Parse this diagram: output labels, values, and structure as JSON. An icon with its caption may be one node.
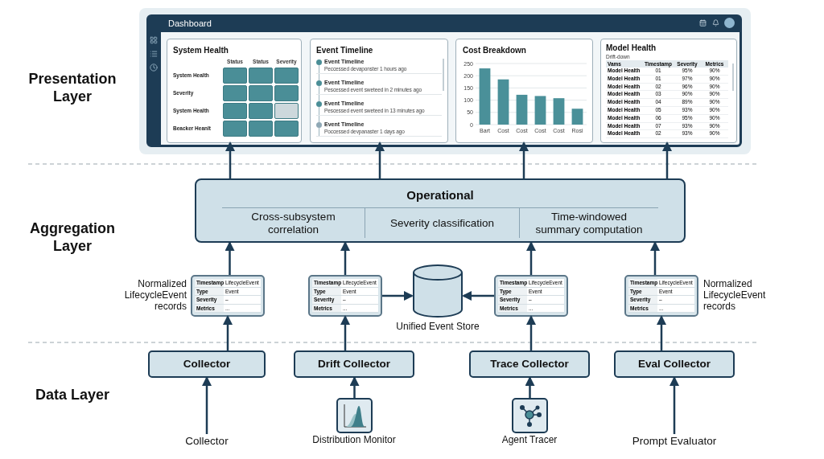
{
  "diagram": {
    "nodes": [
      {
        "text": [
          "Dashboard"
        ]
      },
      {
        "text": [
          "System Health"
        ],
        "in": 0
      },
      {
        "text": [
          "Event Timeline"
        ],
        "in": 0
      },
      {
        "text": [
          "Cost Breakdown"
        ],
        "in": 0
      },
      {
        "text": [
          "Model Health"
        ],
        "in": 0
      },
      {
        "text": [
          "Operational",
          "Cross-subsystem correlation",
          "Severity classification",
          "Time-windowed summary computation"
        ]
      },
      {
        "text": [
          "Timestamp",
          "LifecycleEvent",
          "Type",
          "Event",
          "Severity",
          "–",
          "Metrics",
          "..."
        ],
        "beside": [
          "Normalized LifecycleEvent records"
        ]
      },
      {
        "text": [
          "Timestamp",
          "LifecycleEvent",
          "Type",
          "Event",
          "Severity",
          "–",
          "Metrics",
          "..."
        ]
      },
      {
        "text": [],
        "shape": "cylinder",
        "beside": [
          "Unified Event Store"
        ]
      },
      {
        "text": [
          "Timestamp",
          "LifecycleEvent",
          "Type",
          "Event",
          "Severity",
          "–",
          "Metrics",
          "..."
        ]
      },
      {
        "text": [
          "Timestamp",
          "LifecycleEvent",
          "Type",
          "Event",
          "Severity",
          "–",
          "Metrics",
          "..."
        ],
        "beside": [
          "Normalized LifecycleEvent records"
        ]
      },
      {
        "text": [
          "Collector"
        ]
      },
      {
        "text": [
          "Drift Collector"
        ]
      },
      {
        "text": [
          "Trace Collector"
        ]
      },
      {
        "text": [
          "Eval Collector"
        ]
      },
      {
        "text": [
          "Collector"
        ]
      },
      {
        "text": [],
        "shape": "picture",
        "beside": [
          "Distribution Monitor"
        ]
      },
      {
        "text": [],
        "shape": "picture",
        "beside": [
          "Agent Tracer"
        ]
      },
      {
        "text": [
          "Prompt Evaluator"
        ]
      }
    ],
    "edges": [
      {
        "from": 5,
        "to": 1,
        "arrow": "to"
      },
      {
        "from": 5,
        "to": 2,
        "arrow": "to"
      },
      {
        "from": 5,
        "to": 3,
        "arrow": "to"
      },
      {
        "from": 5,
        "to": 4,
        "arrow": "to"
      },
      {
        "from": 6,
        "to": 5,
        "arrow": "to"
      },
      {
        "from": 7,
        "to": 5,
        "arrow": "to"
      },
      {
        "from": 9,
        "to": 5,
        "arrow": "to"
      },
      {
        "from": 10,
        "to": 5,
        "arrow": "to"
      },
      {
        "from": 7,
        "to": 8,
        "arrow": "to"
      },
      {
        "from": 9,
        "to": 8,
        "arrow": "to"
      },
      {
        "from": 11,
        "to": 6,
        "arrow": "to"
      },
      {
        "from": 12,
        "to": 7,
        "arrow": "to"
      },
      {
        "from": 13,
        "to": 9,
        "arrow": "to"
      },
      {
        "from": 14,
        "to": 10,
        "arrow": "to"
      },
      {
        "from": 15,
        "to": 11,
        "arrow": "to"
      },
      {
        "from": 16,
        "to": 12,
        "arrow": "to"
      },
      {
        "from": 17,
        "to": 13,
        "arrow": "to"
      },
      {
        "from": 18,
        "to": 14,
        "arrow": "to"
      }
    ],
    "labels": [
      "Presentation Layer",
      "Aggregation Layer",
      "Data Layer",
      "Status",
      "Status",
      "Severity",
      "System Health",
      "Severity",
      "System Health",
      "Beacker Heanlt",
      "Event Timeline",
      "Peccessed devaponster 1 hours ago",
      "Event Timeline",
      "Pescessed event sweteed in 2 minutes ago",
      "Event Timeline",
      "Pescessed event sweteed in 13 minutes ago",
      "Event Timeline",
      "Poccessed devpanaster 1 days ago",
      "Drift-down",
      "Vams",
      "Timestamp",
      "Severity",
      "Metrics",
      "Model Health",
      "01",
      "95%",
      "90%",
      "Model Health",
      "01",
      "97%",
      "90%",
      "Model Health",
      "02",
      "96%",
      "90%",
      "Model Health",
      "03",
      "90%",
      "90%",
      "Model Health",
      "04",
      "89%",
      "90%",
      "Model Health",
      "05",
      "93%",
      "90%",
      "Model Health",
      "06",
      "95%",
      "90%",
      "Model Health",
      "07",
      "93%",
      "90%",
      "Model Health",
      "02",
      "93%",
      "90%"
    ],
    "chart_data": {
      "type": "bar",
      "categories": [
        "Bart",
        "Cost",
        "Cost",
        "Cost",
        "Cost",
        "Rosi"
      ],
      "series": [
        {
          "color": "#4a9099",
          "values": [
            230,
            185,
            122,
            117,
            108,
            65
          ]
        }
      ],
      "ylim": [
        0,
        250
      ],
      "yticks": [
        0,
        50,
        100,
        150,
        200,
        250
      ],
      "grid": true
    }
  }
}
